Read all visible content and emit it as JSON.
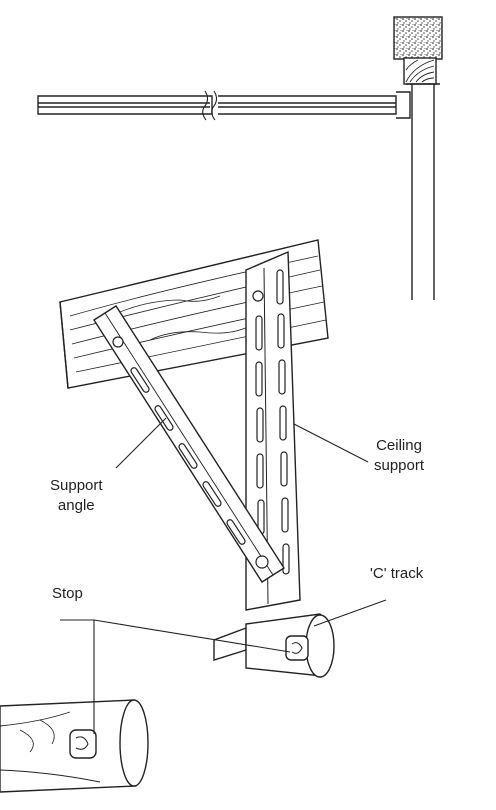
{
  "labels": {
    "ceiling_support_line1": "Ceiling",
    "ceiling_support_line2": "support",
    "support_angle_line1": "Support",
    "support_angle_line2": "angle",
    "c_track": "'C' track",
    "stop": "Stop"
  },
  "colors": {
    "stroke": "#222222",
    "speckle": "#555555",
    "background": "#ffffff"
  }
}
